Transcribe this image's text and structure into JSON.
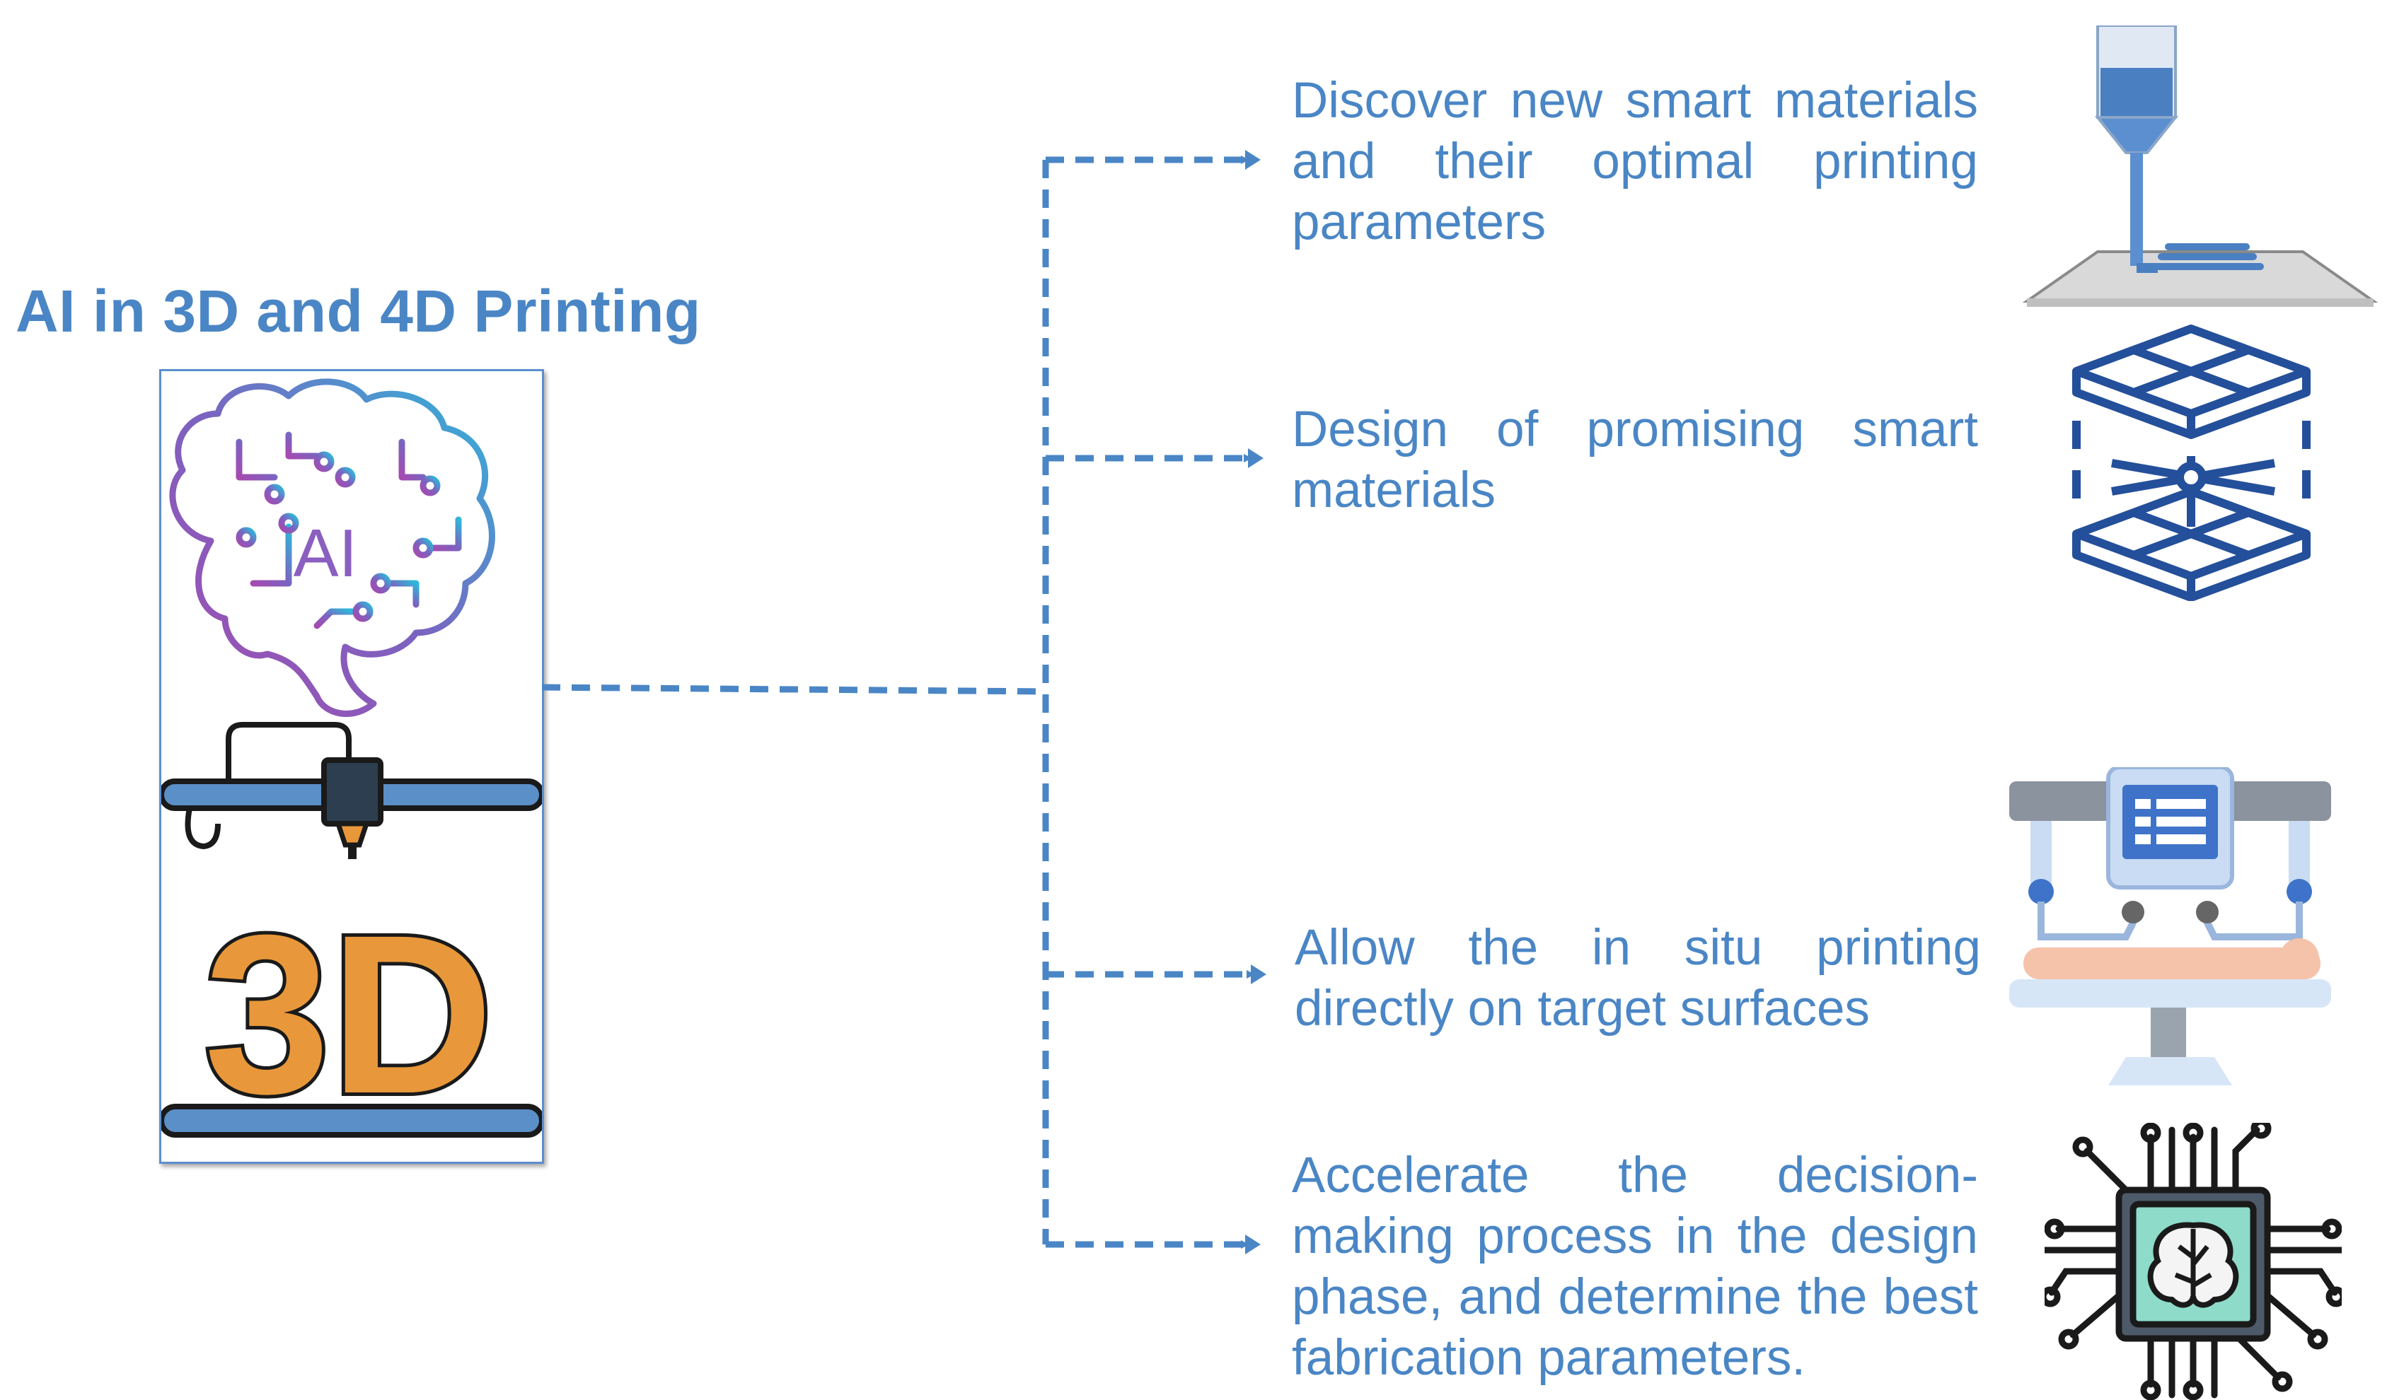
{
  "title": "AI in 3D and 4D Printing",
  "left_icon": {
    "brain_label": "AI",
    "print_label": "3D"
  },
  "items": [
    {
      "text": "Discover new smart materials and their optimal printing parameters",
      "icon": "extrusion-printer-icon"
    },
    {
      "text": "Design of promising smart materials",
      "icon": "3d-grid-cube-icon"
    },
    {
      "text": "Allow the in situ printing directly on target surfaces",
      "icon": "robotic-surgery-icon"
    },
    {
      "text": "Accelerate the decision-making process in the design phase, and determine the best fabrication parameters.",
      "icon": "ai-chip-brain-icon"
    }
  ],
  "colors": {
    "accent": "#4a86c5",
    "connector": "#4a86c5",
    "brain_gradient_start": "#a54bb0",
    "brain_gradient_end": "#2fb7d9",
    "print_orange": "#e8983a",
    "grid_blue": "#244f9a"
  }
}
